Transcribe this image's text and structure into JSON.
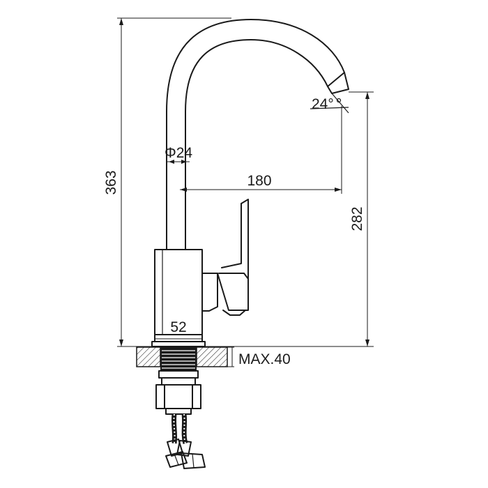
{
  "drawing": {
    "subject": "kitchen-faucet-technical-drawing",
    "line_color": "#1a1a1a",
    "background": "#ffffff"
  },
  "dimensions": {
    "total_height": "363",
    "spout_height": "282",
    "reach": "180",
    "pipe_diameter": "Φ24",
    "body_width": "52",
    "max_deck_thickness": "MAX.40",
    "spout_angle": "24°"
  }
}
